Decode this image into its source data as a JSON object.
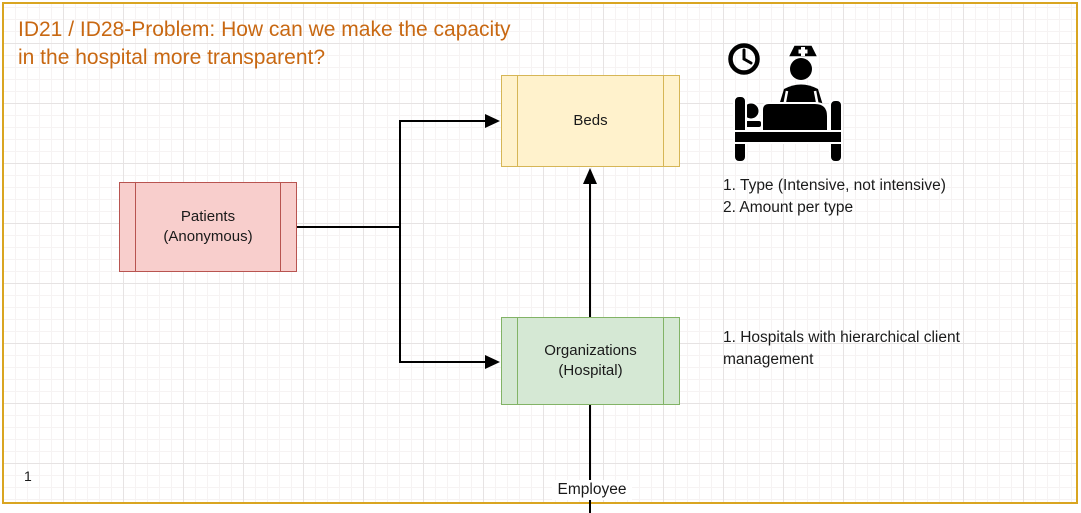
{
  "title": {
    "line1": "ID21 / ID28-Problem: How can we make the capacity",
    "line2": "in the hospital more transparent?",
    "color": "#C86812"
  },
  "page_number": "1",
  "canvas": {
    "border_color": "#D9A521",
    "background": "#FFFFFF"
  },
  "nodes": {
    "beds": {
      "label": "Beds",
      "fill": "#FFF2CC",
      "stroke": "#D6B656"
    },
    "patients": {
      "label_line1": "Patients",
      "label_line2": "(Anonymous)",
      "fill": "#F8CECC",
      "stroke": "#B85450"
    },
    "organizations": {
      "label_line1": "Organizations",
      "label_line2": "(Hospital)",
      "fill": "#D5E8D4",
      "stroke": "#82B366"
    }
  },
  "edges": {
    "employee_label": "Employee",
    "stroke": "#000000"
  },
  "annotations": {
    "beds_line1": "1. Type (Intensive, not intensive)",
    "beds_line2": "2. Amount per type",
    "organizations": "1. Hospitals with hierarchical client management"
  },
  "icons": {
    "clock": "clock-icon",
    "nurse": "nurse-icon",
    "bed": "hospital-bed-icon",
    "color": "#000000"
  }
}
